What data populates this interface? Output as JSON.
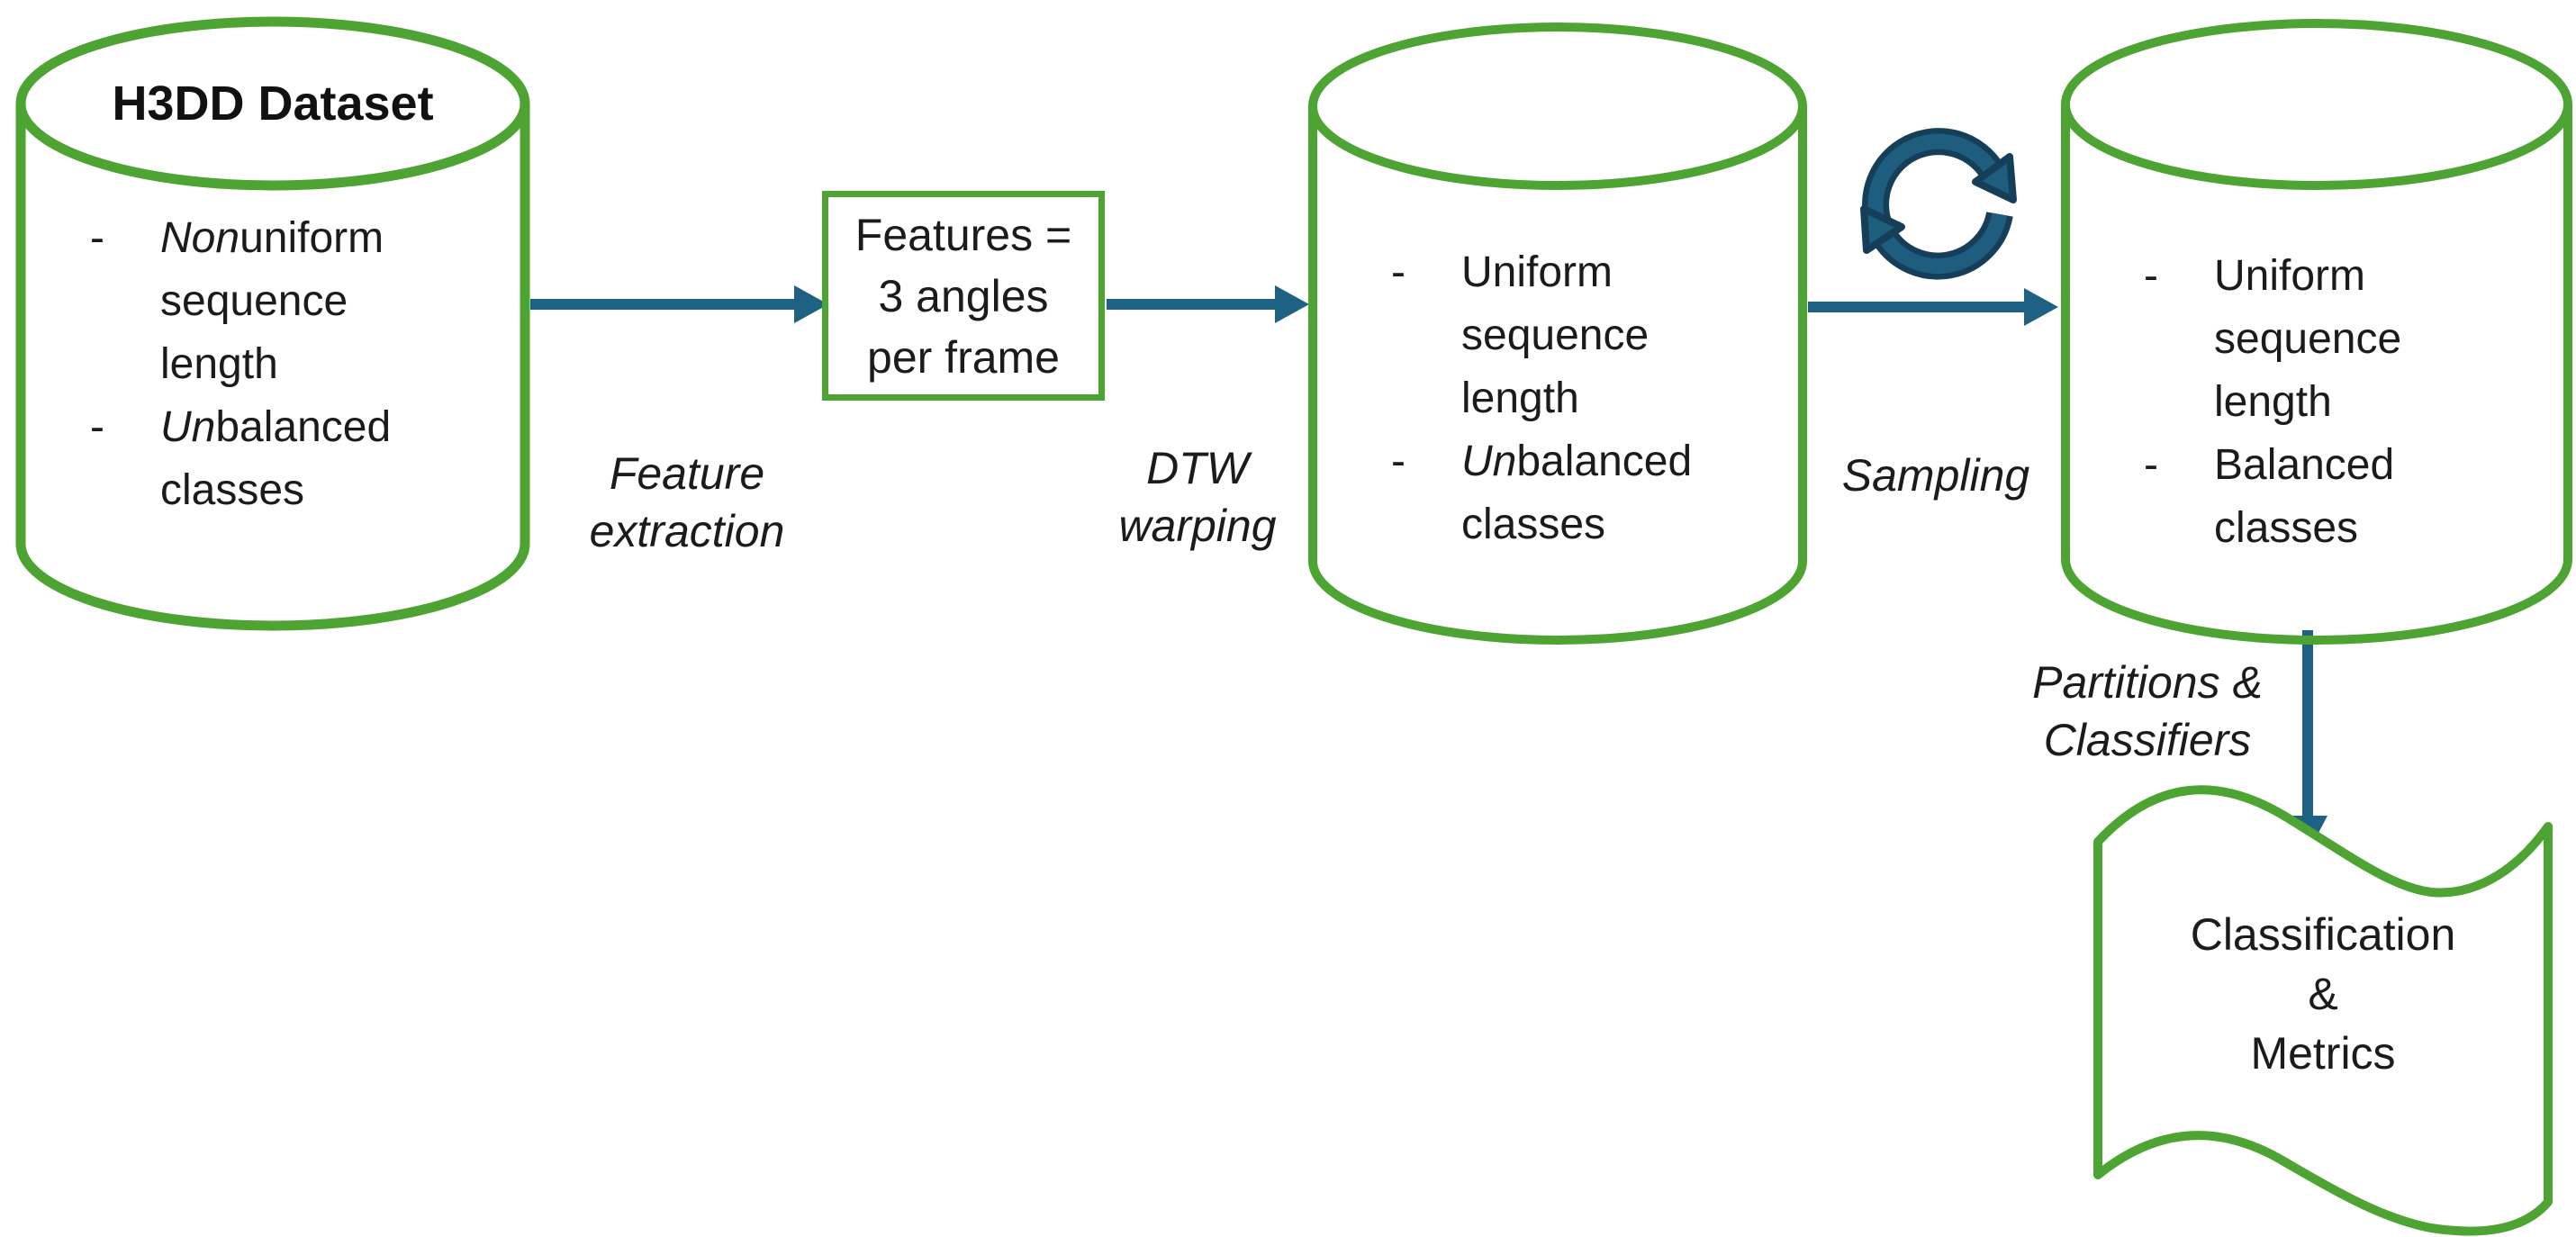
{
  "bullet_marker": "-",
  "colors": {
    "shape_green": "#4da433",
    "arrow_blue": "#1f6183",
    "cycle_icon_navy": "#153f59",
    "cycle_icon_teal": "#1f5d7e",
    "text": "#1b1b1b"
  },
  "cylinder_dataset": {
    "title": "H3DD Dataset",
    "bullets": [
      "*Non*uniform sequence length",
      "*Un*balanced classes"
    ]
  },
  "feature_box": {
    "text": "Features =\n3 angles\nper frame"
  },
  "cylinder_dtw": {
    "bullets": [
      "Uniform sequence length",
      "*Un*balanced classes"
    ]
  },
  "cylinder_sampled": {
    "bullets": [
      "Uniform sequence length",
      "Balanced classes"
    ]
  },
  "wave_result": {
    "text": "Classification\n&\nMetrics"
  },
  "labels": {
    "feature_extraction": "Feature\nextraction",
    "dtw_warping": "DTW\nwarping",
    "sampling": "Sampling",
    "partitions_classifiers": "Partitions &\nClassifiers"
  },
  "icons": {
    "cycle": "sync-cycle-icon"
  }
}
